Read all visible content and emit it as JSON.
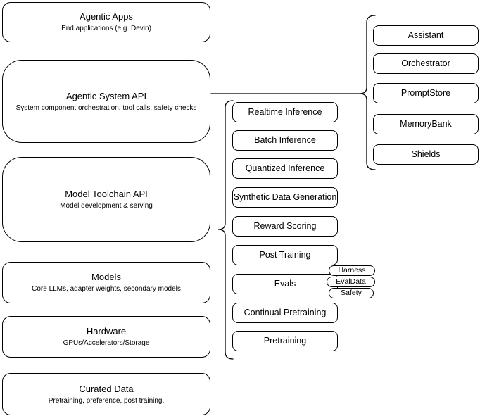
{
  "diagram": {
    "background_color": "#ffffff",
    "stroke_color": "#000000",
    "stack_layers": {
      "agentic_apps": {
        "title": "Agentic Apps",
        "subtitle": "End applications (e.g. Devin)"
      },
      "agentic_system_api": {
        "title": "Agentic System API",
        "subtitle": "System component orchestration, tool calls, safety checks"
      },
      "model_toolchain_api": {
        "title": "Model Toolchain API",
        "subtitle": "Model development & serving"
      },
      "models": {
        "title": "Models",
        "subtitle": "Core LLMs, adapter weights, secondary models"
      },
      "hardware": {
        "title": "Hardware",
        "subtitle": "GPUs/Accelerators/Storage"
      },
      "curated_data": {
        "title": "Curated Data",
        "subtitle": "Pretraining, preference, post training."
      }
    },
    "toolchain_items": [
      "Realtime Inference",
      "Batch Inference",
      "Quantized Inference",
      "Synthetic Data Generation",
      "Reward Scoring",
      "Post Training",
      "Evals",
      "Continual Pretraining",
      "Pretraining"
    ],
    "eval_pills": [
      "Harness",
      "EvalData",
      "Safety"
    ],
    "system_components": [
      "Assistant",
      "Orchestrator",
      "PromptStore",
      "MemoryBank",
      "Shields"
    ]
  }
}
